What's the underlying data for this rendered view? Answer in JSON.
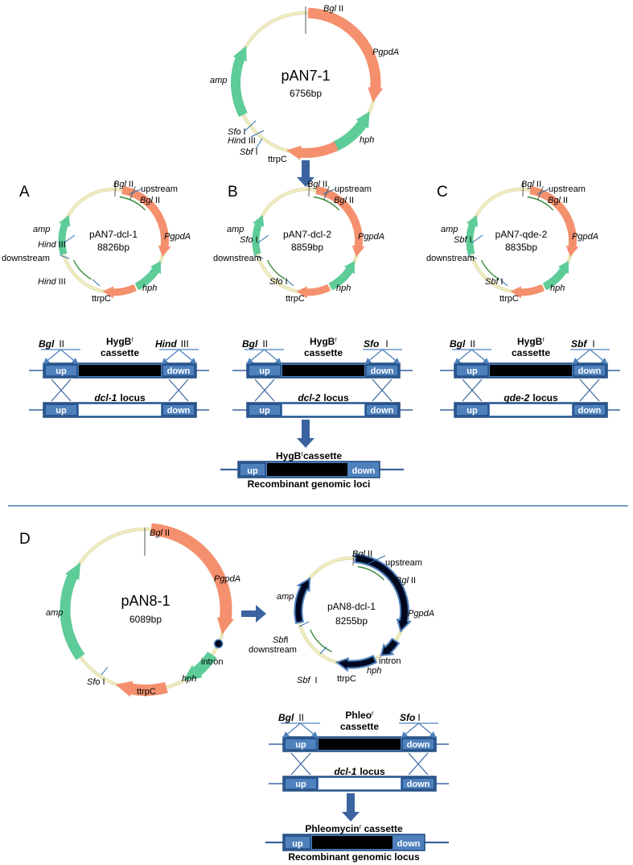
{
  "colors": {
    "backbone": "#f1eec4",
    "promoter": "#f4906e",
    "marker": "#5ecc98",
    "cut_site": "#2c6fad",
    "arm": "#3c8c3c",
    "box_fill": "#4f81bd",
    "box_stroke": "#1f497d",
    "arrow": "#3a63a0",
    "divider": "#4a78b0",
    "dark_fill": "#000820",
    "cassette": "#000000"
  },
  "panels": {
    "A": "A",
    "B": "B",
    "C": "C",
    "D": "D"
  },
  "labels": {
    "bgl2": "Bgl II",
    "bgl": "Bgl",
    "roman2": "II",
    "hind3": "Hind III",
    "hind": "Hind",
    "hin": "Hin",
    "d3": "d III",
    "sfo1": "Sfo I",
    "sfo": "Sfo",
    "sbf1": "Sbf I",
    "sbf": "Sbf",
    "roman1": "I",
    "pgpda": "PgpdA",
    "hph": "hph",
    "amp": "amp",
    "ttrpc": "ttrpC",
    "upstream": "upstream",
    "downstream": "downstream",
    "intron": "intron",
    "up": "up",
    "down": "down",
    "locus": "locus",
    "hygbr": "HygB",
    "sup_r": "r",
    "cassette": "cassette",
    "cassette_sp": " cassette",
    "phleo": "Phleo",
    "phleomycin": "Phleomycin",
    "recomb_loci": "Recombinant genomic loci",
    "recomb_locus": "Recombinant genomic locus"
  },
  "plasmids": {
    "pan7_1": {
      "name": "pAN7-1",
      "size": "6756bp"
    },
    "pan7_dcl1": {
      "name": "pAN7-dcl-1",
      "size": "8826bp"
    },
    "pan7_dcl2": {
      "name": "pAN7-dcl-2",
      "size": "8859bp"
    },
    "pan7_qde2": {
      "name": "pAN7-qde-2",
      "size": "8835bp"
    },
    "pan8_1": {
      "name": "pAN8-1",
      "size": "6089bp"
    },
    "pan8_dcl1": {
      "name": "pAN8-dcl-1",
      "size": "8255bp"
    }
  },
  "loci": {
    "a": "dcl-1",
    "b": "dcl-2",
    "c": "qde-2",
    "d": "dcl-1"
  }
}
